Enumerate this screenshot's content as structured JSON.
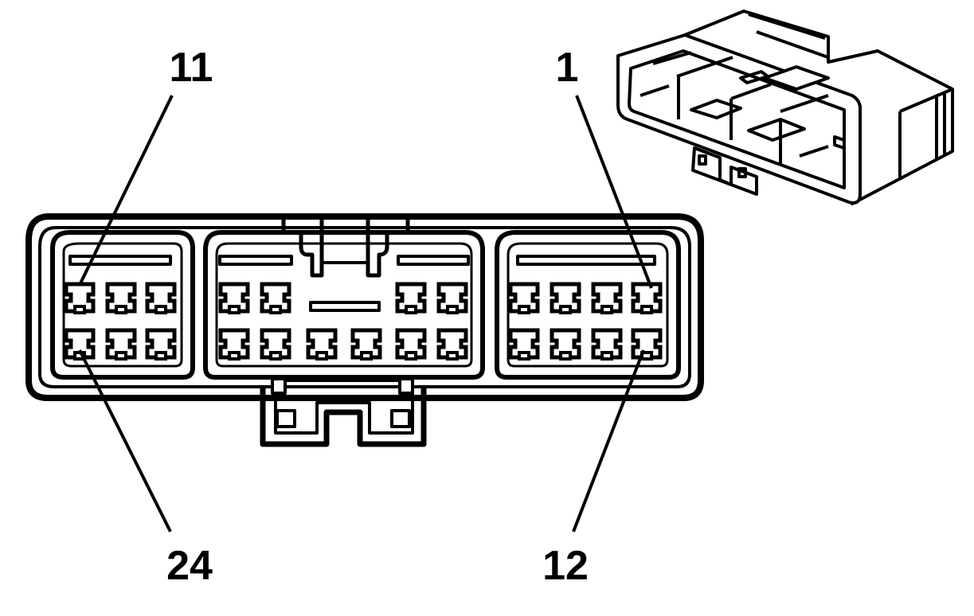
{
  "diagram": {
    "pin_labels": {
      "top_left": "11",
      "top_right": "1",
      "bottom_left": "24",
      "bottom_right": "12"
    },
    "colors": {
      "line": "#000000",
      "background": "#ffffff"
    }
  }
}
